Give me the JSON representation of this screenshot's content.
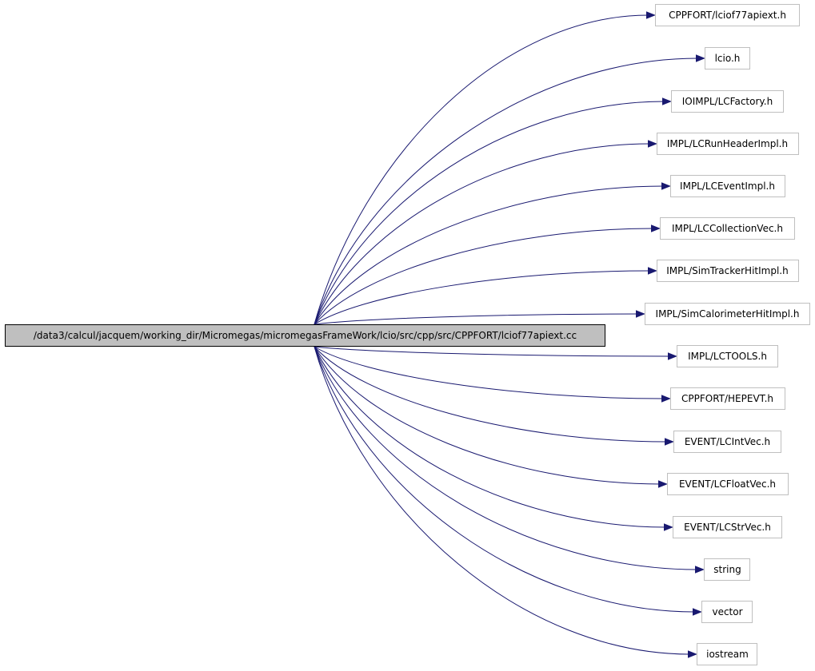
{
  "graph": {
    "root": {
      "label": "/data3/calcul/jacquem/working_dir/Micromegas/micromegasFrameWork/lcio/src/cpp/src/CPPFORT/lciof77apiext.cc"
    },
    "includes": [
      "CPPFORT/lciof77apiext.h",
      "lcio.h",
      "IOIMPL/LCFactory.h",
      "IMPL/LCRunHeaderImpl.h",
      "IMPL/LCEventImpl.h",
      "IMPL/LCCollectionVec.h",
      "IMPL/SimTrackerHitImpl.h",
      "IMPL/SimCalorimeterHitImpl.h",
      "IMPL/LCTOOLS.h",
      "CPPFORT/HEPEVT.h",
      "EVENT/LCIntVec.h",
      "EVENT/LCFloatVec.h",
      "EVENT/LCStrVec.h",
      "string",
      "vector",
      "iostream"
    ],
    "colors": {
      "edge": "#191970",
      "root_fill": "#bfbfbf",
      "node_border": "#bfbfbf"
    }
  }
}
